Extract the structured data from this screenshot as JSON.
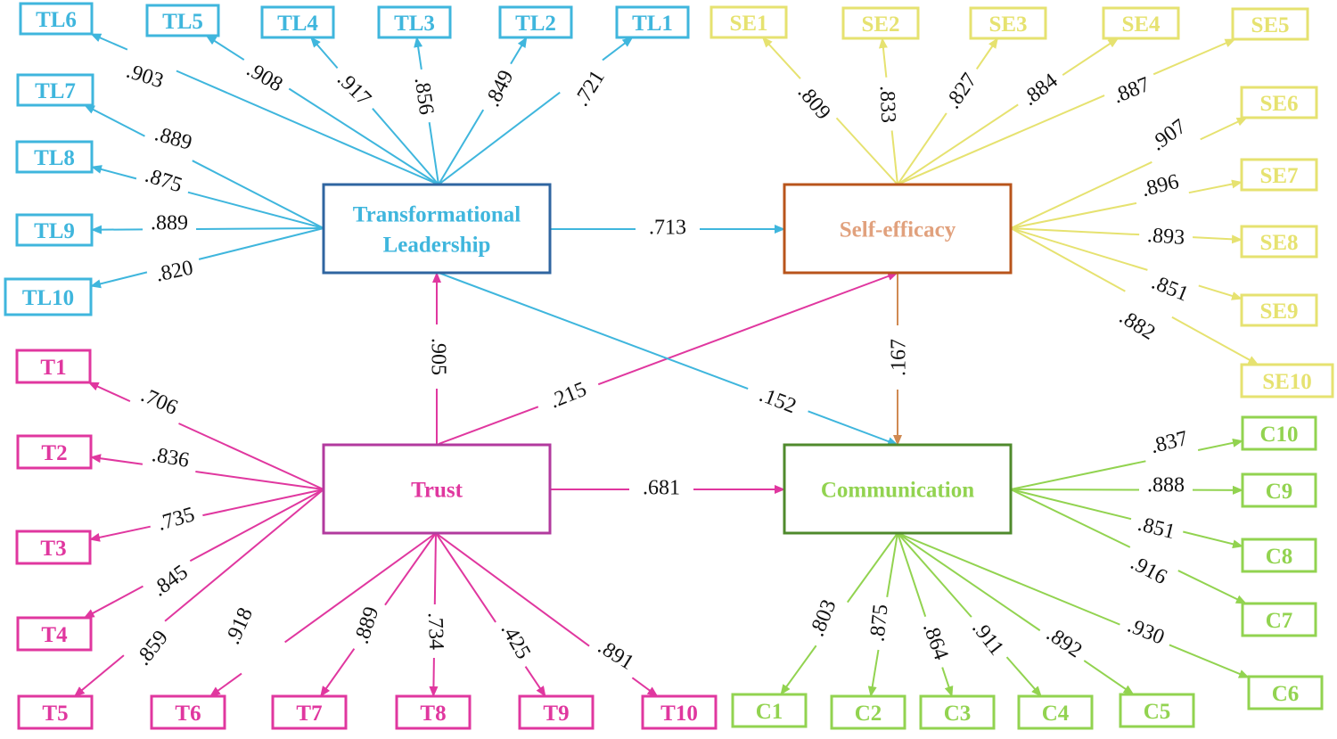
{
  "colors": {
    "tl": "#3fb6dd",
    "tl_border": "#2f65a0",
    "se": "#e6e270",
    "se_border": "#b8541b",
    "se_text": "#e1a17d",
    "trust": "#e0379f",
    "trust_border": "#b23a9e",
    "comm": "#92d350",
    "comm_border": "#4f8a2c",
    "se_path": "#d08a52",
    "coef": "#111111"
  },
  "latents": [
    {
      "id": "tl",
      "lines": [
        "Transformational",
        "Leadership"
      ]
    },
    {
      "id": "se",
      "lines": [
        "Self-efficacy"
      ]
    },
    {
      "id": "trust",
      "lines": [
        "Trust"
      ]
    },
    {
      "id": "comm",
      "lines": [
        "Communication"
      ]
    }
  ],
  "indicators": [
    {
      "label": "TL1",
      "group": "tl",
      "coef": ".721"
    },
    {
      "label": "TL2",
      "group": "tl",
      "coef": ".849"
    },
    {
      "label": "TL3",
      "group": "tl",
      "coef": ".856"
    },
    {
      "label": "TL4",
      "group": "tl",
      "coef": ".917"
    },
    {
      "label": "TL5",
      "group": "tl",
      "coef": ".908"
    },
    {
      "label": "TL6",
      "group": "tl",
      "coef": ".903"
    },
    {
      "label": "TL7",
      "group": "tl",
      "coef": ".889"
    },
    {
      "label": "TL8",
      "group": "tl",
      "coef": ".875"
    },
    {
      "label": "TL9",
      "group": "tl",
      "coef": ".889"
    },
    {
      "label": "TL10",
      "group": "tl",
      "coef": ".820"
    },
    {
      "label": "SE1",
      "group": "se",
      "coef": ".809"
    },
    {
      "label": "SE2",
      "group": "se",
      "coef": ".833"
    },
    {
      "label": "SE3",
      "group": "se",
      "coef": ".827"
    },
    {
      "label": "SE4",
      "group": "se",
      "coef": ".884"
    },
    {
      "label": "SE5",
      "group": "se",
      "coef": ".887"
    },
    {
      "label": "SE6",
      "group": "se",
      "coef": ".907"
    },
    {
      "label": "SE7",
      "group": "se",
      "coef": ".896"
    },
    {
      "label": "SE8",
      "group": "se",
      "coef": ".893"
    },
    {
      "label": "SE9",
      "group": "se",
      "coef": ".851"
    },
    {
      "label": "SE10",
      "group": "se",
      "coef": ".882"
    },
    {
      "label": "T1",
      "group": "trust",
      "coef": ".706"
    },
    {
      "label": "T2",
      "group": "trust",
      "coef": ".836"
    },
    {
      "label": "T3",
      "group": "trust",
      "coef": ".735"
    },
    {
      "label": "T4",
      "group": "trust",
      "coef": ".845"
    },
    {
      "label": "T5",
      "group": "trust",
      "coef": ".859"
    },
    {
      "label": "T6",
      "group": "trust",
      "coef": ".918"
    },
    {
      "label": "T7",
      "group": "trust",
      "coef": ".889"
    },
    {
      "label": "T8",
      "group": "trust",
      "coef": ".734"
    },
    {
      "label": "T9",
      "group": "trust",
      "coef": ".425"
    },
    {
      "label": "T10",
      "group": "trust",
      "coef": ".891"
    },
    {
      "label": "C1",
      "group": "comm",
      "coef": ".803"
    },
    {
      "label": "C2",
      "group": "comm",
      "coef": ".875"
    },
    {
      "label": "C3",
      "group": "comm",
      "coef": ".864"
    },
    {
      "label": "C4",
      "group": "comm",
      "coef": ".911"
    },
    {
      "label": "C5",
      "group": "comm",
      "coef": ".892"
    },
    {
      "label": "C6",
      "group": "comm",
      "coef": ".930"
    },
    {
      "label": "C7",
      "group": "comm",
      "coef": ".916"
    },
    {
      "label": "C8",
      "group": "comm",
      "coef": ".851"
    },
    {
      "label": "C9",
      "group": "comm",
      "coef": ".888"
    },
    {
      "label": "C10",
      "group": "comm",
      "coef": ".837"
    }
  ],
  "structural_paths": [
    {
      "from": "tl",
      "to": "se",
      "coef": ".713"
    },
    {
      "from": "trust",
      "to": "tl",
      "coef": ".905"
    },
    {
      "from": "trust",
      "to": "se",
      "coef": ".215"
    },
    {
      "from": "tl",
      "to": "comm",
      "coef": ".152"
    },
    {
      "from": "se",
      "to": "comm",
      "coef": ".167"
    },
    {
      "from": "trust",
      "to": "comm",
      "coef": ".681"
    }
  ]
}
